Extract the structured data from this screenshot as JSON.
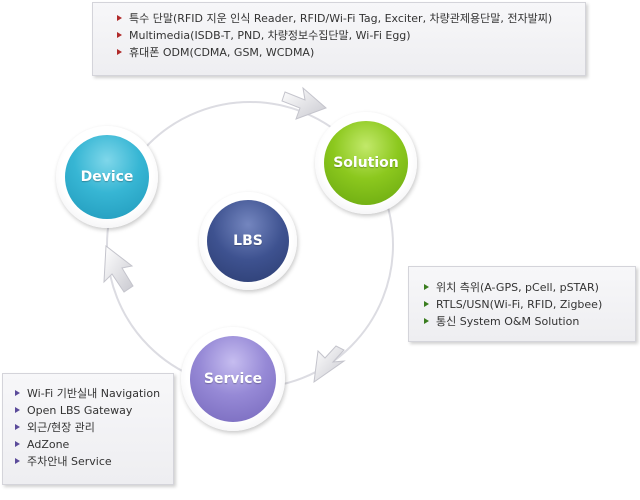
{
  "nodes": {
    "device": "Device",
    "solution": "Solution",
    "service": "Service",
    "lbs": "LBS"
  },
  "colors": {
    "device": "#37b6d4",
    "solution": "#8cc81e",
    "service": "#9689d6",
    "lbs": "#3e5290",
    "cycle_line": "#dcdce2"
  },
  "solution_box": {
    "items": [
      "특수 단말(RFID 지운 인식 Reader, RFID/Wi-Fi Tag, Exciter, 차량관제용단말, 전자발찌)",
      "Multimedia(ISDB-T, PND, 차량정보수집단말, Wi-Fi Egg)",
      "휴대폰 ODM(CDMA, GSM, WCDMA)"
    ]
  },
  "service_box": {
    "items": [
      "위치 측위(A-GPS, pCell, pSTAR)",
      "RTLS/USN(Wi-Fi, RFID, Zigbee)",
      "통신 System O&M Solution"
    ]
  },
  "device_box": {
    "items": [
      "Wi-Fi 기반실내 Navigation",
      "Open LBS Gateway",
      "외근/현장 관리",
      "AdZone",
      "주차안내 Service"
    ]
  }
}
